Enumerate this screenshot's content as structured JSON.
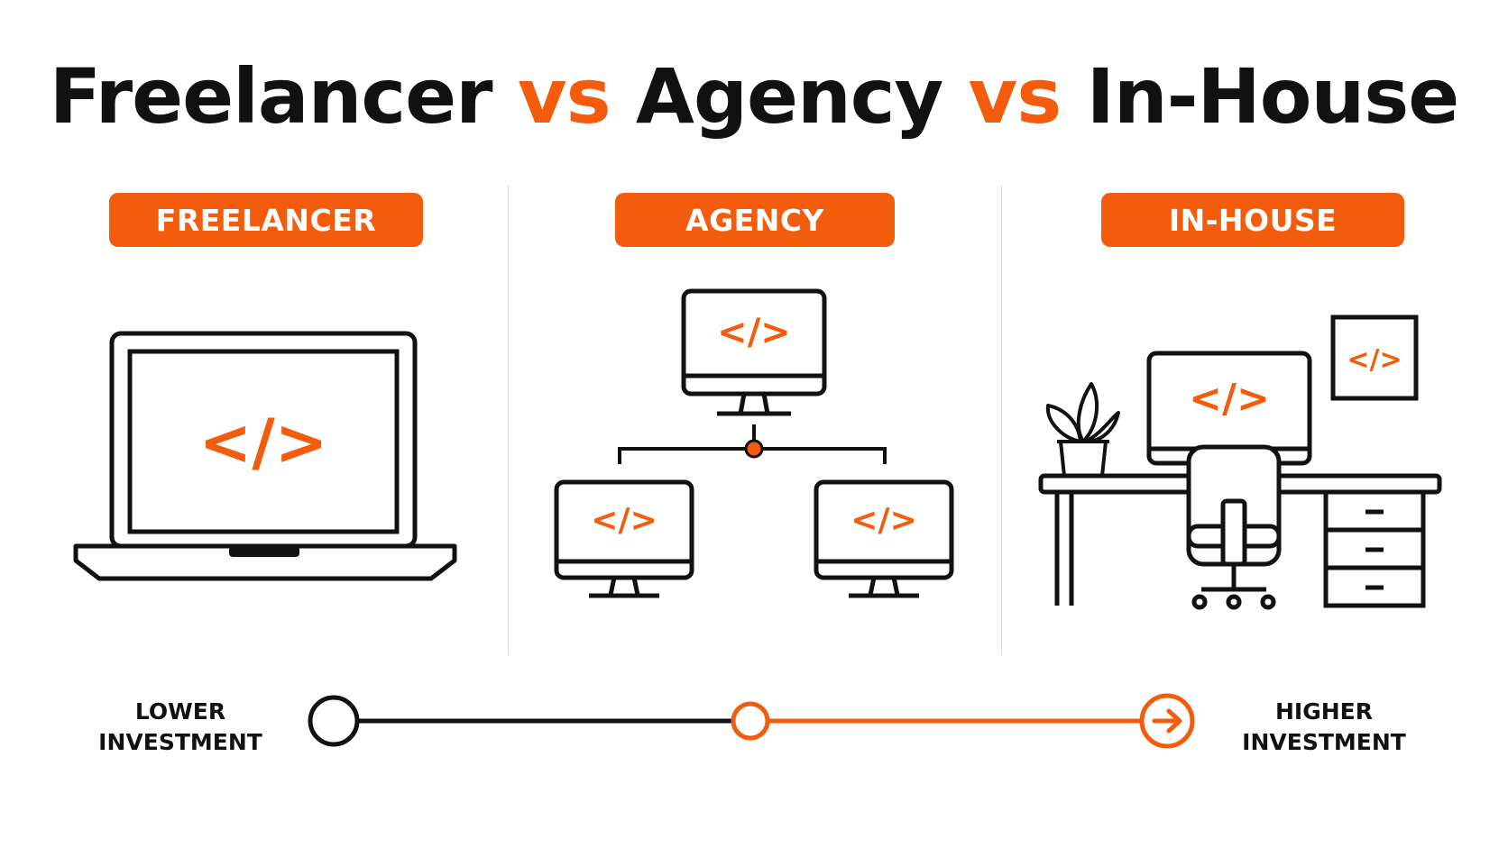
{
  "title": {
    "part1": "Freelancer",
    "vs1": "vs",
    "part2": "Agency",
    "vs2": "vs",
    "part3": "In-House"
  },
  "columns": [
    {
      "label": "FREELANCER",
      "illustration": "laptop-icon"
    },
    {
      "label": "AGENCY",
      "illustration": "network-of-monitors-icon"
    },
    {
      "label": "IN-HOUSE",
      "illustration": "office-desk-icon"
    }
  ],
  "code_glyph": "</>",
  "scale": {
    "low_line1": "LOWER",
    "low_line2": "INVESTMENT",
    "high_line1": "HIGHER",
    "high_line2": "INVESTMENT"
  },
  "colors": {
    "accent": "#f25c0c",
    "ink": "#111111",
    "divider": "#d9d9d9",
    "background": "#ffffff"
  }
}
